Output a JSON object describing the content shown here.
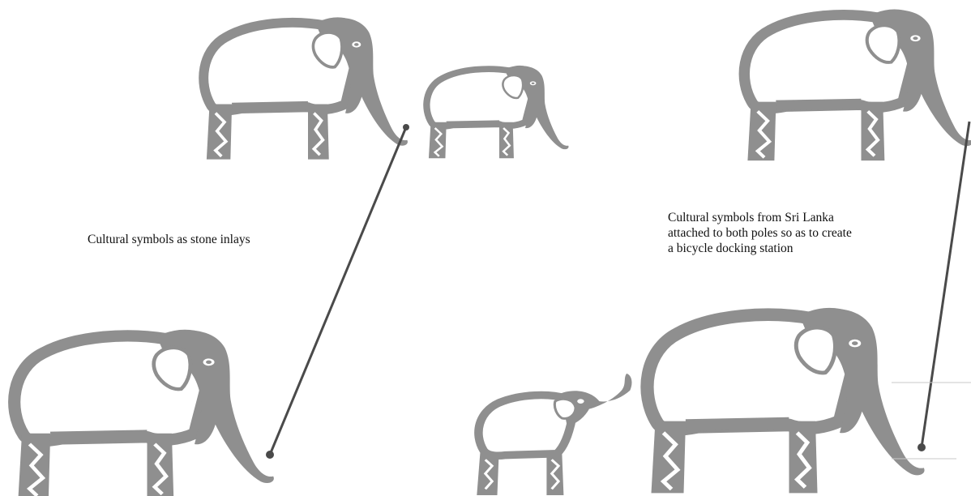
{
  "captions": {
    "left": "Cultural symbols as stone inlays",
    "right": "Cultural symbols from Sri Lanka\nattached to both poles so as to create\na bicycle docking station"
  },
  "colors": {
    "elephant_fill": "#8f8f8f",
    "pole": "#4a4a4a",
    "background": "#ffffff",
    "text": "#111111"
  },
  "figures": [
    {
      "name": "elephant-top-left",
      "icon": "elephant-icon"
    },
    {
      "name": "elephant-top-small",
      "icon": "elephant-icon"
    },
    {
      "name": "elephant-top-right",
      "icon": "elephant-icon"
    },
    {
      "name": "elephant-bottom-left",
      "icon": "elephant-icon"
    },
    {
      "name": "elephant-calf",
      "icon": "elephant-icon"
    },
    {
      "name": "elephant-bottom-right",
      "icon": "elephant-icon"
    }
  ]
}
